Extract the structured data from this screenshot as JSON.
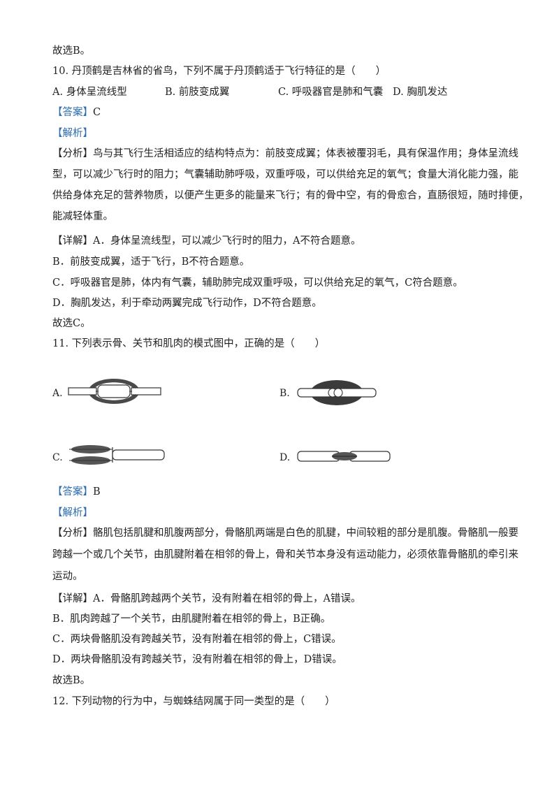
{
  "q9_tail": "故选B。",
  "q10": {
    "stem": "10. 丹顶鹤是吉林省的省鸟，下列不属于丹顶鹤适于飞行特征的是（　　）",
    "options": [
      "A. 身体呈流线型",
      "B. 前肢变成翼",
      "C. 呼吸器官是肺和气囊",
      "D. 胸肌发达"
    ],
    "answer_tag": "【答案】",
    "answer": "C",
    "analysis_tag": "【解析】",
    "fenxi_tag": "【分析】",
    "fenxi_lines": [
      "鸟与其飞行生活相适应的结构特点为：前肢变成翼；体表被覆羽毛，具有保温作用；身体呈流线",
      "型，可以减少飞行时的阻力；气囊辅助肺呼吸，双重呼吸，可以供给充足的氧气；食量大消化能力强，能",
      "供给身体充足的营养物质，以便产生更多的能量来飞行；有的骨中空，有的骨愈合，直肠很短，随时排便，",
      "能减轻体重。"
    ],
    "detail_tag": "【详解】",
    "detail_lines": [
      "A．身体呈流线型，可以减少飞行时的阻力，A不符合题意。",
      "B．前肢变成翼，适于飞行，B不符合题意。",
      "C．呼吸器官是肺，体内有气囊，辅助肺完成双重呼吸，可以供给充足的氧气，C符合题意。",
      "D．胸肌发达，利于牵动两翼完成飞行动作，D不符合题意。"
    ],
    "conclusion": "故选C。"
  },
  "q11": {
    "stem": "11. 下列表示骨、关节和肌肉的模式图中，正确的是（　　）",
    "fig_labels": [
      "A.",
      "B.",
      "C.",
      "D."
    ],
    "answer_tag": "【答案】",
    "answer": "B",
    "analysis_tag": "【解析】",
    "fenxi_tag": "【分析】",
    "fenxi_lines": [
      "骼肌包括肌腱和肌腹两部分，骨骼肌两端是白色的肌腱，中间较粗的部分是肌腹。骨骼肌一般要",
      "跨越一个或几个关节，由肌腱附着在相邻的骨上，骨和关节本身没有运动能力，必须依靠骨骼肌的牵引来",
      "运动。"
    ],
    "detail_tag": "【详解】",
    "detail_lines": [
      "A．骨骼肌跨越两个关节，没有附着在相邻的骨上，A错误。",
      "B．肌肉跨越了一个关节，由肌腱附着在相邻的骨上，B正确。",
      "C．两块骨骼肌没有跨越关节，没有附着在相邻的骨上，C错误。",
      "D．两块骨骼肌没有跨越关节，没有附着在相邻的骨上，D错误。"
    ],
    "conclusion": "故选B。"
  },
  "q12": {
    "stem": "12. 下列动物的行为中，与蜘蛛结网属于同一类型的是（　　）"
  }
}
